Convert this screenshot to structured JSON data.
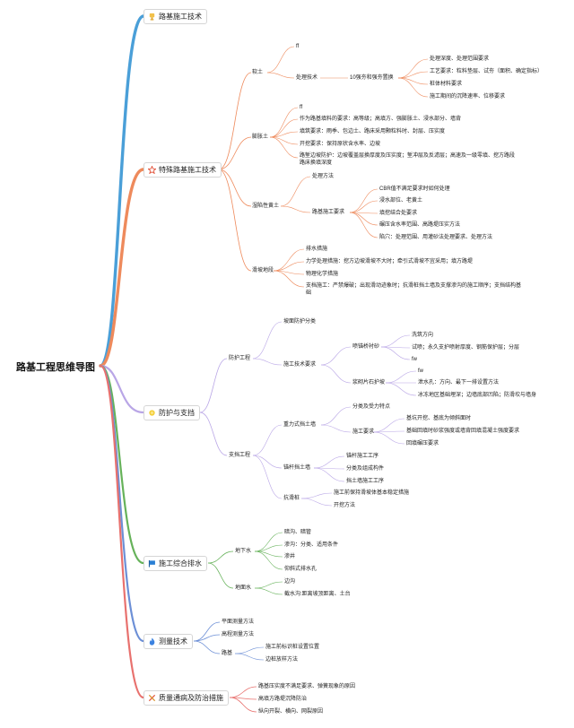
{
  "root": "路基工程思维导图",
  "branches": [
    {
      "label": "路基施工技术",
      "icon": "trophy-icon",
      "color": "#4a9fd8"
    },
    {
      "label": "特殊路基施工技术",
      "icon": "star-icon",
      "color": "#ee8a5c"
    },
    {
      "label": "防护与支挡",
      "icon": "sun-icon",
      "color": "#b9a6e6"
    },
    {
      "label": "施工综合排水",
      "icon": "flag-icon",
      "color": "#66b25a"
    },
    {
      "label": "测量技术",
      "icon": "flame-icon",
      "color": "#6c8fd6"
    },
    {
      "label": "质量通病及防治措施",
      "icon": "tools-icon",
      "color": "#e8716e"
    }
  ],
  "special": {
    "soft": {
      "label": "软土",
      "ff": "ff",
      "method": "处理技术",
      "method_sub": "10强夯和强夯置换",
      "items": [
        "处理深度、处理范围要求",
        "工艺要求：粒料垫层、试夯（面积、确定指标）",
        "桩体材料要求",
        "施工期间的沉降速率、位移要求"
      ]
    },
    "expansive": {
      "label": "膨胀土",
      "items": [
        "ff",
        "作为路基填料的要求：高等级；高填方、强膨胀土、浸水部分、墙背",
        "填筑要求：雨季、包边土、路床采用颗粒料时、封层、压实度",
        "开挖要求：保持原状含水率、边坡",
        "路堑边坡防护：边坡覆盖层换厚度及压实度；堑冲层及反滤层；高速及一级零填、挖方路段路床换填深度"
      ]
    },
    "wet": {
      "label": "湿陷性黄土",
      "method": "处理方法",
      "req": "路基施工要求",
      "items": [
        "CBR值不满足要求时如何处理",
        "浸水部位、老黄土",
        "填挖结合处要求",
        "碾压含水率范围、高路堤压实方法",
        "陷穴：处理范围、用灌砂法处理要求、处理方法"
      ]
    },
    "landslide": {
      "label": "滑坡地段",
      "items": [
        "排水措施",
        "力学处理措施：挖方边坡滑坡不大时；牵引式滑坡不宜采用；填方路堤",
        "物理化学措施",
        "支档施工：严禁爆破；出现滑动迹象时；抗滑桩挡土墙及支撑渗沟的施工顺序；支挡结构基础"
      ]
    }
  },
  "protect": {
    "slope": "防护工程",
    "slope_items": [
      "坡面防护分类"
    ],
    "slope_req": "施工技术要求",
    "spray": "喷锚桥衬砂",
    "spray_items": [
      "洗筑方向",
      "试喷；永久支护喷射厚度、钢筋保护层；分层",
      "fw"
    ],
    "masonry": "浆砌片石护坡",
    "masonry_items": [
      "fw",
      "泄水孔：方向、最下一排设置方法",
      "冰冻地区基础埋深；边墙底部凹陷；防滑坎与墙身"
    ],
    "support": "支挡工程",
    "gravity": "重力式挡土墙",
    "gravity_items": [
      "分类及受力特点"
    ],
    "gravity_req": "施工要求",
    "gravity_req_items": [
      "基坑开挖、基底为倾斜面时",
      "基础回填时砂浆强度或墙背回填混凝土强度要求",
      "回填碾压要求"
    ],
    "anchor": "锚杆挡土墙",
    "anchor_items": [
      "锚杆施工工序",
      "分类及组成构件",
      "挡土墙施工工序"
    ],
    "pile": "抗滑桩",
    "pile_items": [
      "施工前保持滑坡体基本稳定措施",
      "开挖方法"
    ]
  },
  "drain": {
    "under": "地下水",
    "under_items": [
      "暗沟、暗管",
      "渗沟：分类、适用条件",
      "渗井",
      "仰斜式排水孔"
    ],
    "surface": "地面水",
    "surface_items": [
      "边沟",
      "截水沟:距离坡顶距离、土台"
    ]
  },
  "survey": {
    "items": [
      "平面测量方法",
      "高程测量方法"
    ],
    "sub": "路基",
    "sub_items": [
      "施工前标识桩设置位置",
      "边桩放样方法"
    ]
  },
  "quality": {
    "items": [
      "路基压实度不满足要求、弹簧现象的原因",
      "高填方路堤沉降防治",
      "纵向开裂、横向、网裂原因"
    ]
  }
}
